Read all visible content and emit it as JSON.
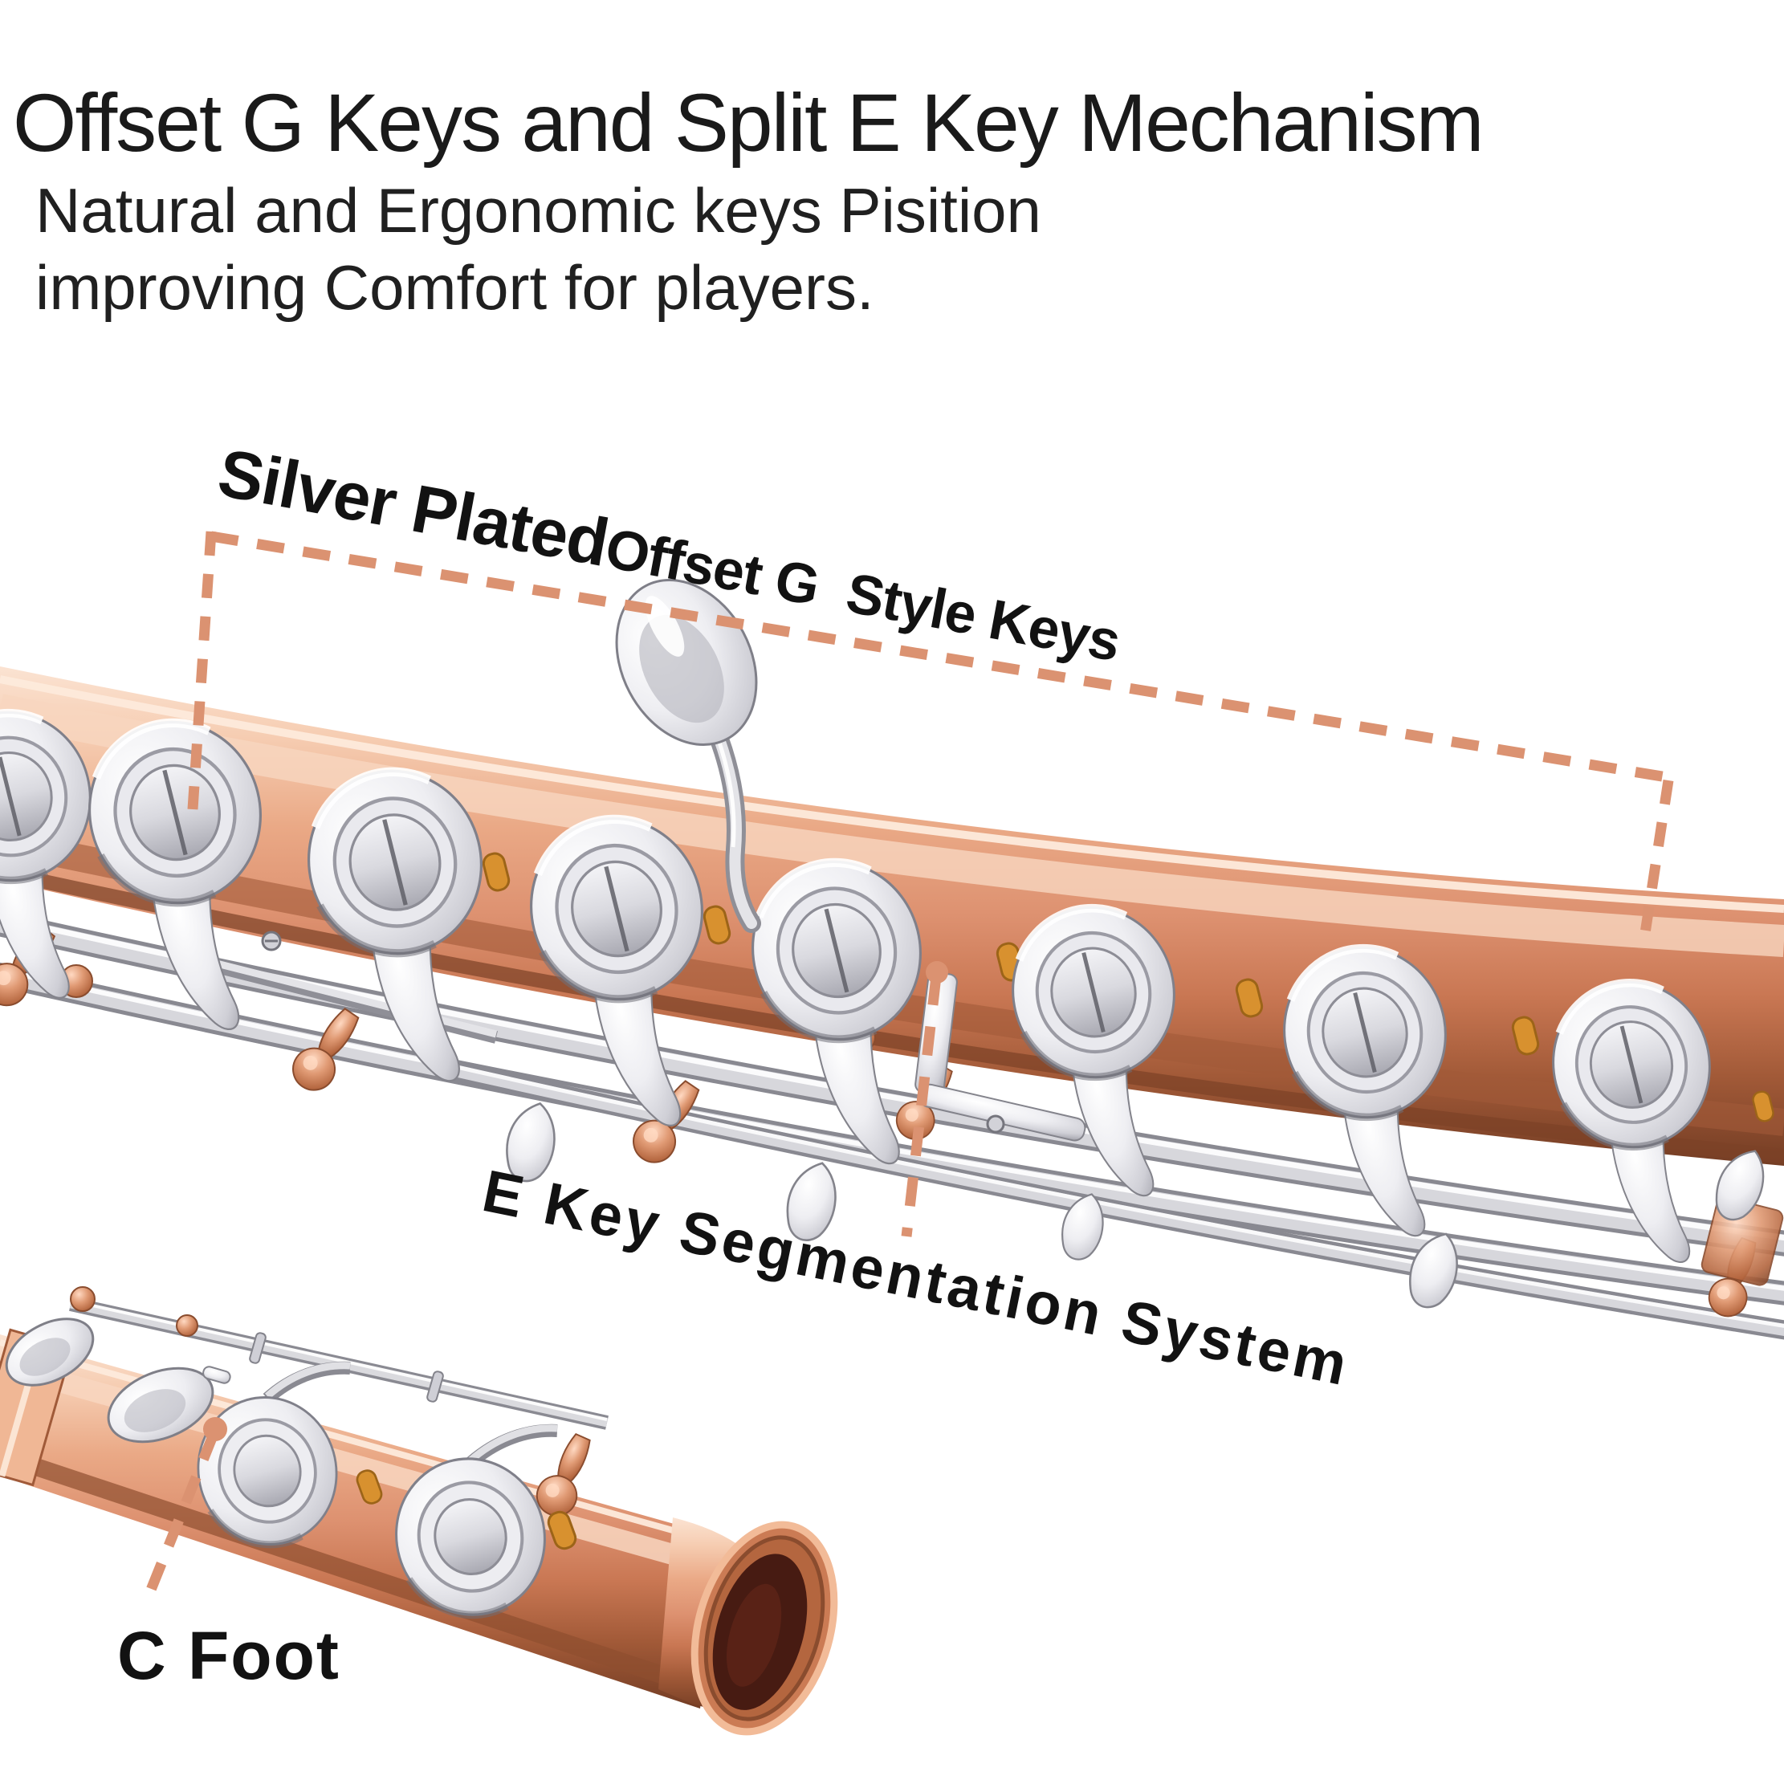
{
  "header": {
    "title": "Offset G Keys and Split E Key Mechanism",
    "subtitle_line1": "Natural and Ergonomic keys Pisition",
    "subtitle_line2": "improving Comfort for players."
  },
  "annotations": {
    "silver_plated_label": "Silver Plated",
    "offset_g_label": "Offset G  Style Keys",
    "e_key_label": "E Key Segmentation System",
    "c_foot_label": "C Foot"
  },
  "colors": {
    "dash-accent": "#db9271",
    "title-color": "#1a1a1a",
    "label-color": "#121212",
    "copper-hi": "#f6cdb2",
    "copper-mid": "#dd9170",
    "copper-deep": "#a25a38",
    "copper-dark": "#743d24",
    "silver-hi": "#ffffff",
    "silver-mid": "#cfcfd6",
    "silver-deep": "#9a9aa3",
    "amber": "#d8912f",
    "bell-interior": "#471b12",
    "background": "#ffffff"
  }
}
